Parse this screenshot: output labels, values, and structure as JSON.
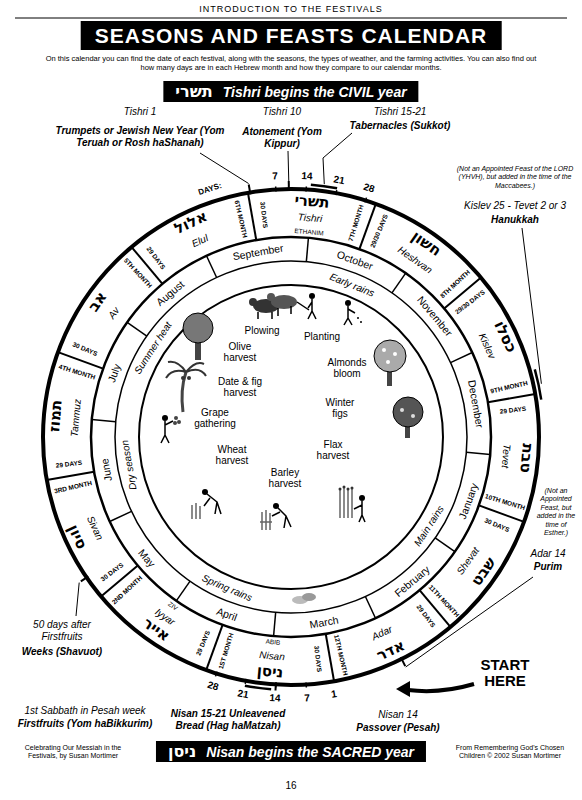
{
  "diagram": {
    "title": "SEASONS AND FEASTS CALENDAR",
    "nodes": [
      {
        "text": [
          "תשרי",
          "Tishri begins the CIVIL year"
        ]
      },
      {
        "text": [
          "ניסן",
          "Nisan begins the SACRED year"
        ]
      }
    ],
    "labels": [
      "INTRODUCTION TO THE FESTIVALS",
      "On this calendar you can find the date of each festival, along with the seasons, the types of weather, and the farming activities. You can also find out how many days are in each Hebrew month and how they compare to our calendar months.",
      "Tishri 1",
      "Trumpets or Jewish New Year (Yom Teruah or Rosh haShanah)",
      "Tishri 10",
      "Atonement (Yom Kippur)",
      "Tishri 15-21",
      "Tabernacles (Sukkot)",
      "(Not an Appointed Feast of the LORD (YHVH), but added in the time of the Maccabees.)",
      "Kislev 25 - Tevet 2 or 3",
      "Hanukkah",
      "(Not an Appointed Feast, but added in the time of Esther.)",
      "Adar 14",
      "Purim",
      "START HERE",
      "Nisan 14",
      "Passover (Pesah)",
      "Nisan 15-21 Unleavened Bread (Hag haMatzah)",
      "1st Sabbath in Pesah week",
      "Firstfruits (Yom haBikkurim)",
      "50 days after Firstfruits",
      "Weeks (Shavuot)",
      "DAYS:",
      "7",
      "14",
      "21",
      "28",
      "28",
      "21",
      "14",
      "7",
      "1",
      "תשרי",
      "Tishri",
      "7TH MONTH",
      "30 DAYS",
      "חשון",
      "Heshvan",
      "8TH MONTH",
      "29/30 DAYS",
      "כסלו",
      "Kislev",
      "9TH MONTH",
      "29/30 DAYS",
      "טבת",
      "Tevet",
      "10TH MONTH",
      "29 DAYS",
      "שבט",
      "Shevat",
      "11TH MONTH",
      "30 DAYS",
      "אדר",
      "Adar",
      "12TH MONTH",
      "29 DAYS",
      "ניסן",
      "Nisan",
      "1ST MONTH",
      "30 DAYS",
      "אייר",
      "Iyyar",
      "2ND MONTH",
      "29 DAYS",
      "סיון",
      "Sivan",
      "3RD MONTH",
      "30 DAYS",
      "תמוז",
      "Tammuz",
      "4TH MONTH",
      "29 DAYS",
      "אב",
      "Av",
      "5TH MONTH",
      "30 DAYS",
      "אלול",
      "Elul",
      "6TH MONTH",
      "29 DAYS",
      "ETHANIM",
      "ABIB",
      "ZIV",
      "October",
      "November",
      "December",
      "January",
      "February",
      "March",
      "April",
      "May",
      "June",
      "July",
      "August",
      "September",
      "Early rains",
      "Main rains",
      "Spring rains",
      "Dry season",
      "Summer heat",
      "Plowing",
      "Olive harvest",
      "Planting",
      "Almonds bloom",
      "Date & fig harvest",
      "Grape gathering",
      "Winter figs",
      "Wheat harvest",
      "Flax harvest",
      "Barley harvest",
      "Celebrating Our Messiah in the Festivals, by Susan Mortimer",
      "16",
      "From Remembering God's Chosen Children © 2002 Susan Mortimer"
    ]
  }
}
